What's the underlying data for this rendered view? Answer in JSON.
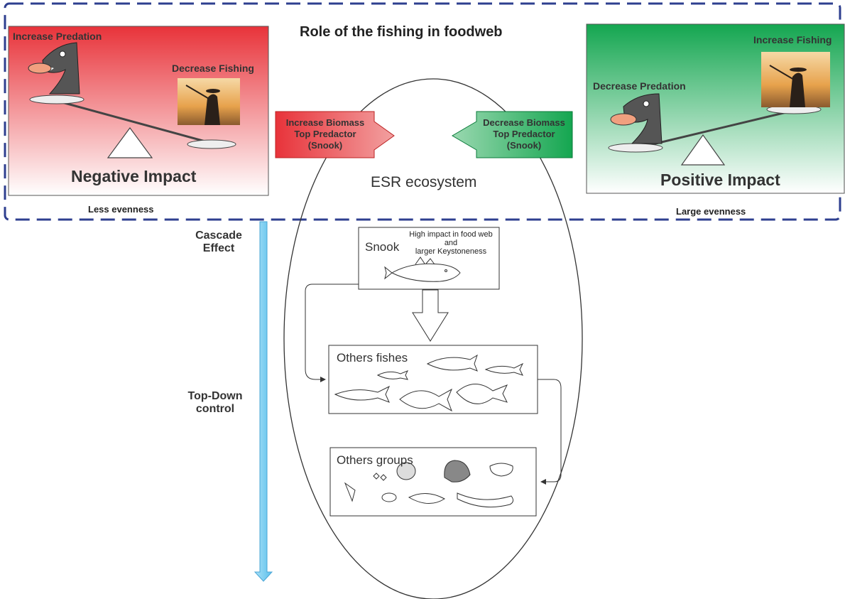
{
  "title": "Role of the fishing in foodweb",
  "left_panel": {
    "predation": "Increase Predation",
    "fishing": "Decrease Fishing",
    "impact": "Negative Impact",
    "evenness": "Less evenness",
    "color": "#e8333a"
  },
  "right_panel": {
    "predation": "Decrease Predation",
    "fishing": "Increase Fishing",
    "impact": "Positive Impact",
    "evenness": "Large evenness",
    "color": "#14a650"
  },
  "arrows": {
    "left": {
      "line1": "Increase Biomass",
      "line2": "Top Predactor",
      "line3": "(Snook)"
    },
    "right": {
      "line1": "Decrease Biomass",
      "line2": "Top Predactor",
      "line3": "(Snook)"
    }
  },
  "ecosystem": "ESR ecosystem",
  "side_labels": {
    "cascade_1": "Cascade",
    "cascade_2": "Effect",
    "topdown_1": "Top-Down",
    "topdown_2": "control"
  },
  "snook_box": {
    "title": "Snook",
    "note_1": "High impact in food web",
    "note_2": "and",
    "note_3": "larger Keystoneness"
  },
  "fishes_box": {
    "title": "Others fishes"
  },
  "groups_box": {
    "title": "Others groups"
  },
  "colors": {
    "dashed_border": "#2e3f8f",
    "cascade_arrow": "#7fd0f0"
  }
}
